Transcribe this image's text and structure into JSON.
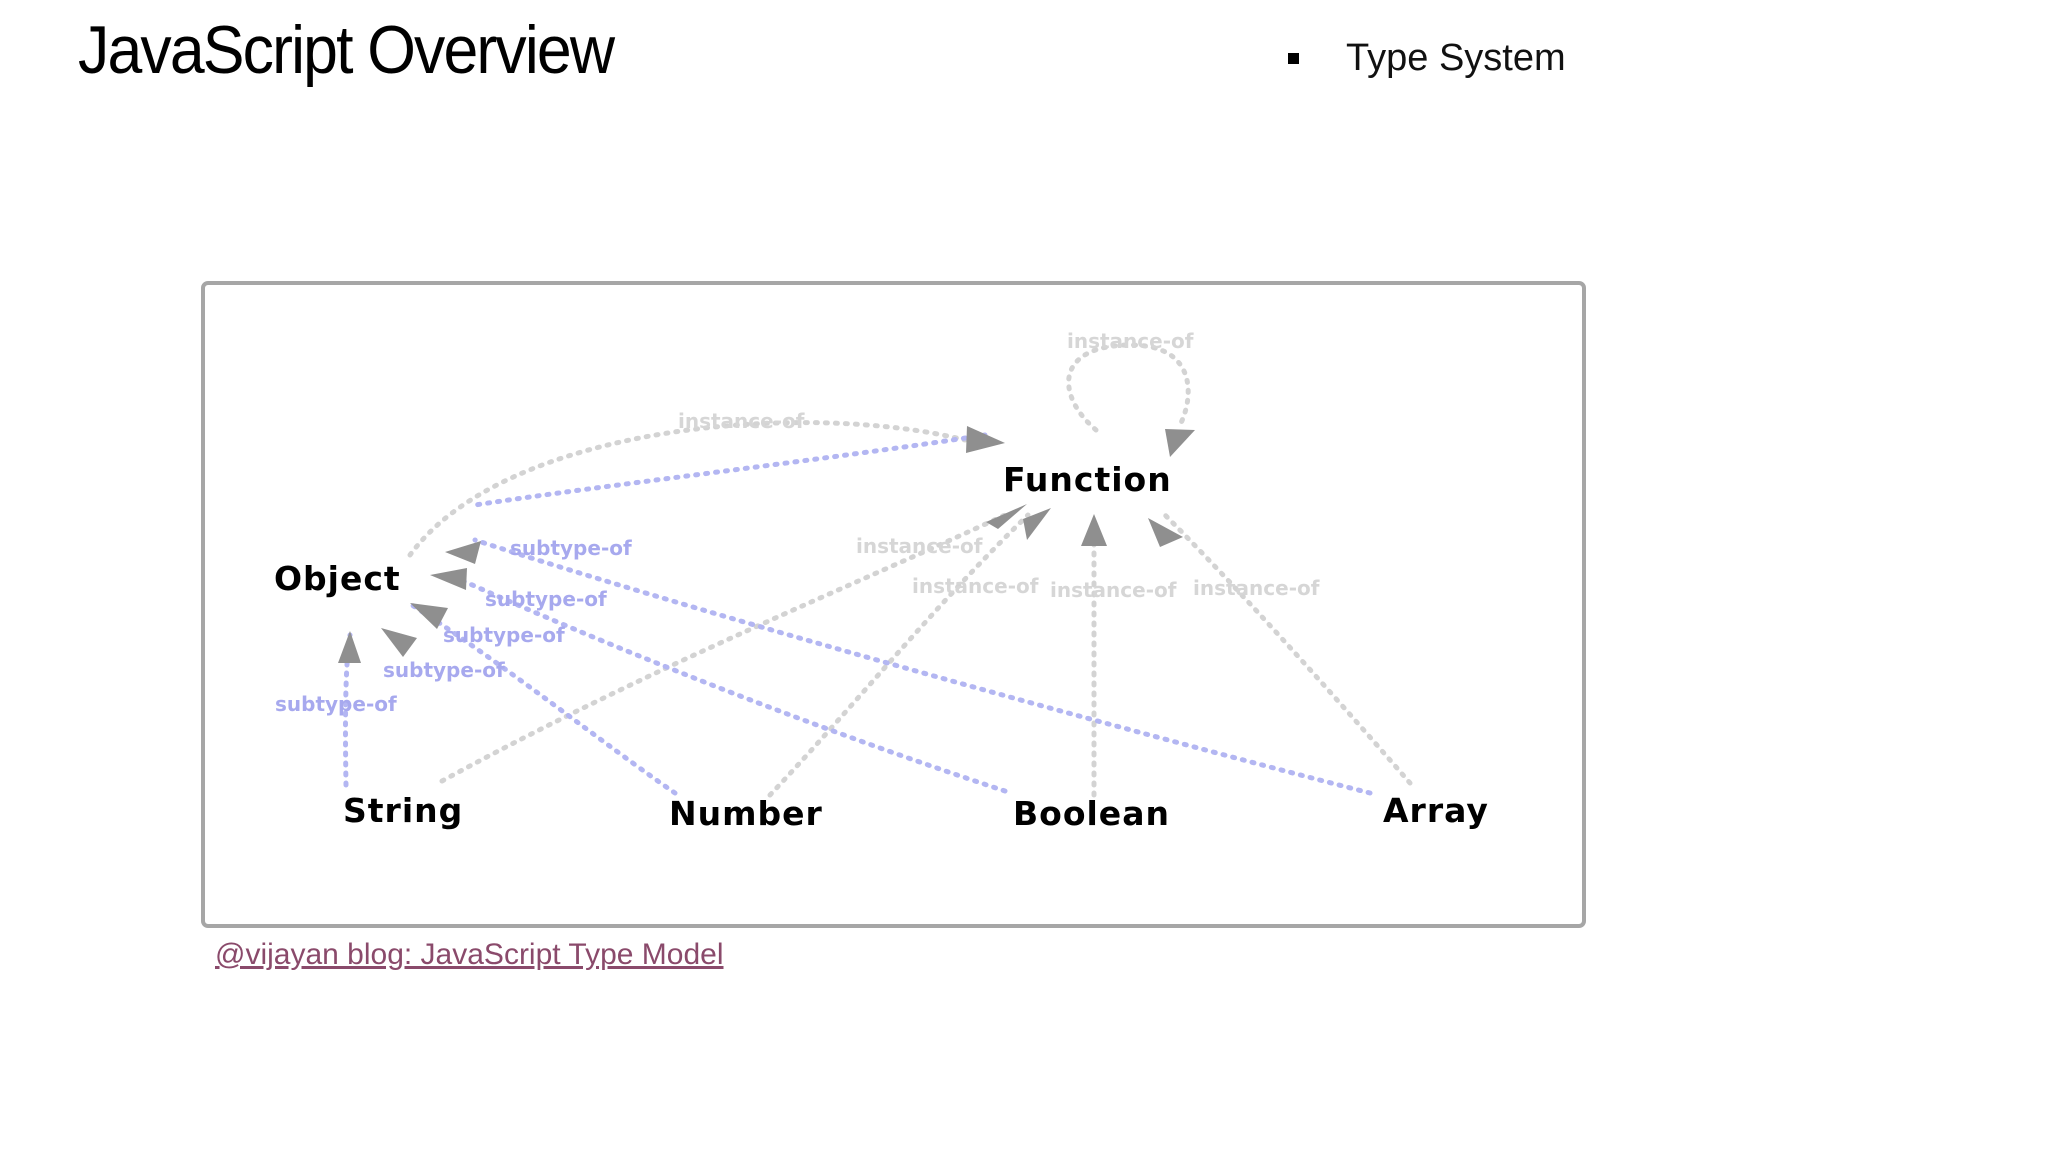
{
  "slide": {
    "title": "JavaScript Overview",
    "bullets": [
      "Type System"
    ]
  },
  "diagram": {
    "nodes": {
      "function": "Function",
      "object": "Object",
      "string": "String",
      "number": "Number",
      "boolean": "Boolean",
      "array": "Array"
    },
    "edge_labels": {
      "function_self": "instance-of",
      "object_function": "instance-of",
      "string_function": "instance-of",
      "number_function": "instance-of",
      "boolean_function": "instance-of",
      "array_function": "instance-of",
      "function_object": "subtype-of",
      "array_object": "subtype-of",
      "boolean_object": "subtype-of",
      "number_object": "subtype-of",
      "string_object": "subtype-of"
    },
    "colors": {
      "instance_edge": "#d3d3d3",
      "subtype_edge": "#b3b6f2",
      "subtype_label": "#a7a9ee",
      "arrowhead": "#8f8f8f",
      "frame_border": "#a6a6a6"
    }
  },
  "source_link": {
    "text": "@vijayan blog: JavaScript Type Model",
    "color": "#8a4a6b"
  }
}
